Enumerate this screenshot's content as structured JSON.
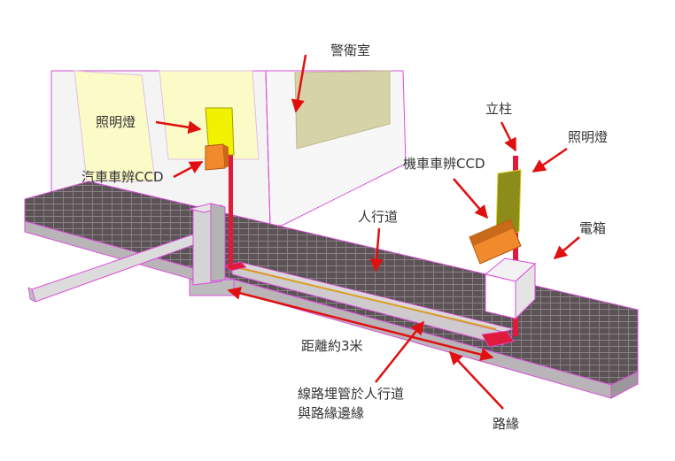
{
  "labels": {
    "guard_room": "警衛室",
    "light_left": "照明燈",
    "car_ccd": "汽車車辨CCD",
    "pillar": "立柱",
    "light_right": "照明燈",
    "motorcycle_ccd": "機車車辨CCD",
    "sidewalk": "人行道",
    "power_box": "電箱",
    "distance": "距離約3米",
    "conduit_line1": "線路埋管於人行道",
    "conduit_line2": "與路緣邊緣",
    "curb": "路緣"
  },
  "colors": {
    "arrow": "#e01010",
    "paving": "#5c5356",
    "paving_line": "#8a8287",
    "outline": "#d94fd9",
    "pole": "#e01a3a",
    "light_panel": "#f2f200",
    "ccd_box": "#f08a2a",
    "ccd_panel": "#8c8c1a",
    "power_box": "#ffffff",
    "wall": "#f4f4f4",
    "window_yellow": "#fbfbc8",
    "window_khaki": "#d6d3a8",
    "conduit": "#d8a020",
    "booth": "#c8c8c8"
  }
}
